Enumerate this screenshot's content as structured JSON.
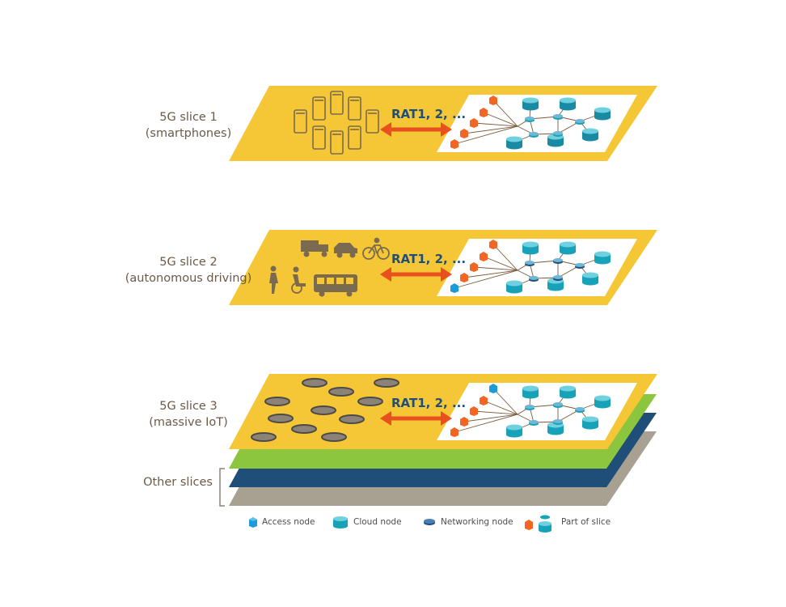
{
  "slices": [
    {
      "title": "5G slice 1",
      "subtitle": "(smartphones)",
      "rat": "RAT1, 2, ..."
    },
    {
      "title": "5G slice 2",
      "subtitle": "(autonomous driving)",
      "rat": "RAT1, 2, ..."
    },
    {
      "title": "5G slice 3",
      "subtitle": "(massive IoT)",
      "rat": "RAT1, 2, ..."
    }
  ],
  "other_slices": {
    "label": "Other slices"
  },
  "legend": {
    "access": "Access node",
    "cloud": "Cloud node",
    "networking": "Networking node",
    "part": "Part of slice"
  },
  "colors": {
    "slice_yellow": "#f5c636",
    "green_layer": "#8cc63f",
    "blue_layer": "#1f4e79",
    "gray_layer": "#a8a192",
    "arrow": "#e8501e",
    "access_node": "#1b9bd7",
    "cloud_node": "#17a2b8",
    "networking_node": "#1f4e79",
    "part_of_slice": "#f26522"
  },
  "icons": [
    "smartphone-icon",
    "truck-icon",
    "car-icon",
    "bicycle-icon",
    "pedestrian-icon",
    "wheelchair-icon",
    "bus-icon",
    "iot-sensor-icon"
  ]
}
